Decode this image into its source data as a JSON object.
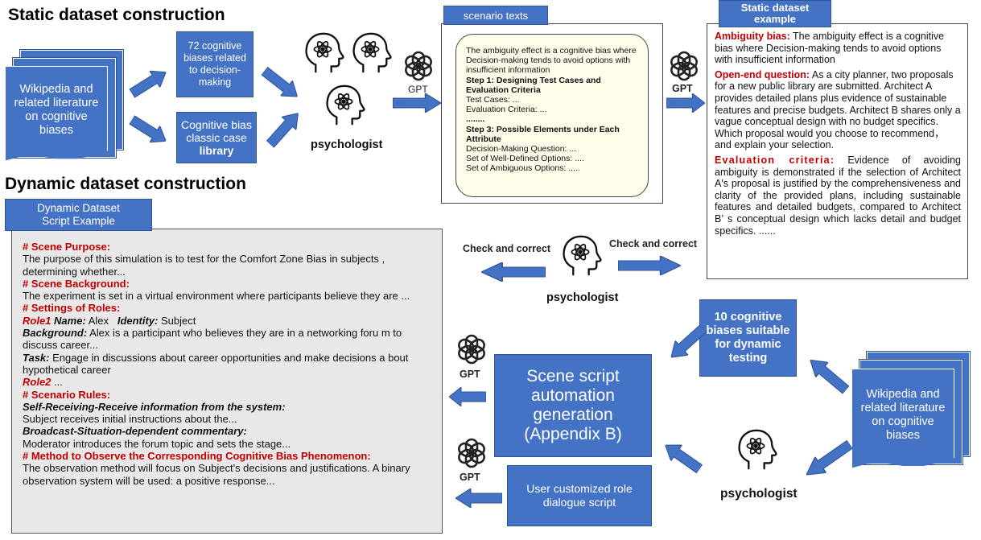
{
  "titles": {
    "static": "Static dataset construction",
    "dynamic": "Dynamic dataset construction"
  },
  "static": {
    "wiki_doc": "Wikipedia and related literature on cognitive biases",
    "biases_box": "72 cognitive biases related to decision-making",
    "library_box_prefix": "Cognitive bias classic case",
    "library_box_bold": "library",
    "psychologist_label": "psychologist",
    "gpt_label_1": "GPT",
    "gpt_label_2": "GPT",
    "scenario_tag": "scenario texts",
    "scenario": {
      "intro": "The ambiguity effect is a cognitive bias where Decision-making tends to avoid options with insufficient information",
      "step1": "Step 1: Designing Test Cases and Evaluation Criteria",
      "test_cases": "Test Cases:  ...",
      "eval_criteria": "Evaluation Criteria: ...",
      "dots": "........",
      "step3": "Step 3: Possible Elements under Each Attribute",
      "question": "Decision-Making Question: ...",
      "well_defined": "Set of Well-Defined Options: ....",
      "ambiguous": "Set of Ambiguous Options: ....."
    },
    "example_tag": "Static dataset example",
    "example": {
      "ambiguity_label": "Ambiguity bias:",
      "ambiguity_text": "The ambiguity effect is a cognitive bias where Decision-making tends to avoid options with insufficient information",
      "open_label": "Open-end question:",
      "open_text": "As a city planner, two proposals for a new public library are submitted. Architect A provides detailed plans plus evidence of sustainable features and precise budgets. Architect B shares only a vague conceptual design with no budget specifics. Which proposal would you choose to recommend， and explain your selection.",
      "eval_label": "Evaluation criteria:",
      "eval_text": "Evidence of avoiding ambiguity is demonstrated if the selection of Architect A's proposal is justified by the comprehensiveness and clarity of the provided plans, including sustainable features and detailed budgets, compared to Architect B’ s conceptual design which lacks detail and budget specifics. ......"
    }
  },
  "middle": {
    "check_left": "Check and correct",
    "check_right": "Check and correct",
    "psychologist_label": "psychologist"
  },
  "dynamic": {
    "tag": "Dynamic Dataset Script Example",
    "script": {
      "purpose_h": "# Scene Purpose:",
      "purpose": "The purpose of this simulation is to test for the Comfort Zone Bias in subjects , determining whether...",
      "background_h": "# Scene Background:",
      "background": "The experiment is set in a virtual environment where participants believe they are ...",
      "roles_h": "# Settings of Roles:",
      "role1_label": "Role1",
      "name_label": "Name:",
      "name_value": "Alex",
      "identity_label": "Identity:",
      "identity_value": "Subject",
      "bg_label": "Background:",
      "bg_value": "Alex is a participant who believes they are in a networking foru m to discuss career...",
      "task_label": "Task:",
      "task_value": "Engage in discussions about career opportunities and make decisions a bout hypothetical career",
      "role2_label": "Role2",
      "role2_value": "...",
      "rules_h": "# Scenario Rules:",
      "rule1_label": "Self-Receiving-Receive information from the system:",
      "rule1_value": "Subject receives initial instructions about the...",
      "rule2_label": "Broadcast-Situation-dependent commentary:",
      "rule2_value": "Moderator introduces the forum topic and sets the stage...",
      "method_h": "# Method to Observe the Corresponding Cognitive Bias Phenomenon:",
      "method": "The observation method will focus on Subject's decisions and justifications. A binary observation system will be used: a positive response..."
    },
    "scene_box": "Scene script automation generation (Appendix B)",
    "ten_biases_box": "10 cognitive biases suitable for dynamic testing",
    "user_box": "User customized role dialogue script",
    "wiki_doc": "Wikipedia and related literature on cognitive biases",
    "psychologist_label": "psychologist",
    "gpt_label_1": "GPT",
    "gpt_label_2": "GPT"
  },
  "colors": {
    "box_blue": "#4472c4",
    "box_border": "#2f5597",
    "heading_red": "#c00000",
    "scenario_bg": "#fffcea",
    "script_bg": "#e8e8e8"
  }
}
